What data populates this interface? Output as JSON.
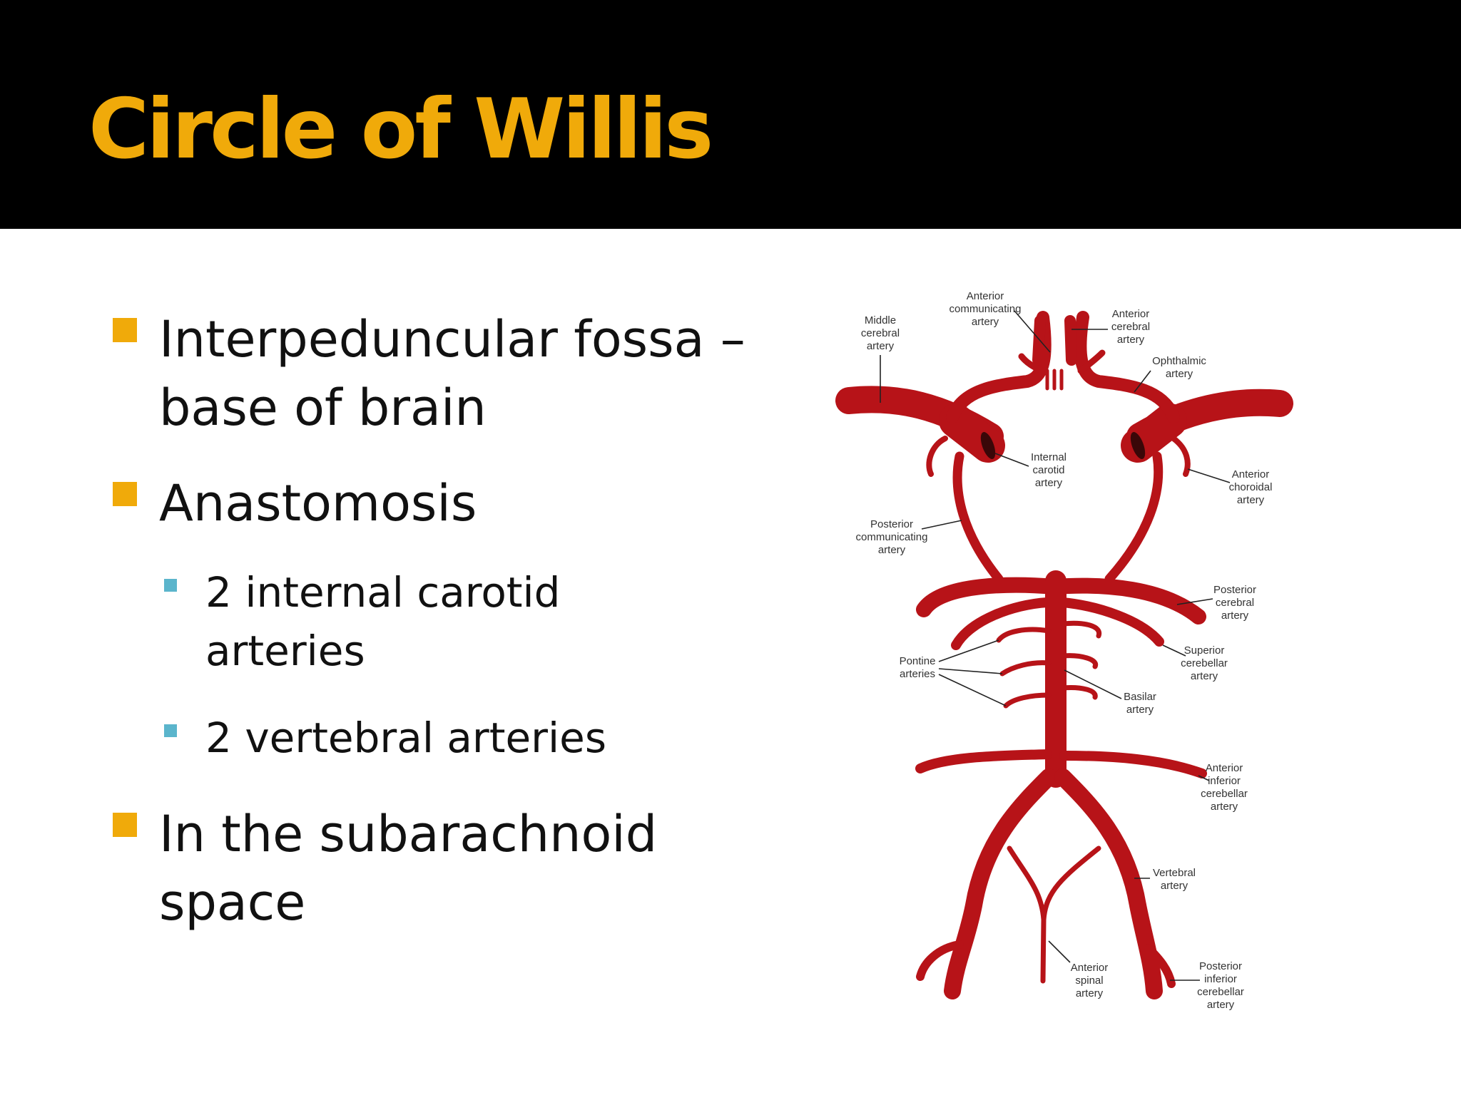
{
  "slide": {
    "title": "Circle of Willis",
    "title_color": "#F0AA0A",
    "header_bg": "#000000"
  },
  "bullets": [
    {
      "level": 1,
      "lines": [
        "Interpeduncular fossa –",
        "base of brain"
      ]
    },
    {
      "level": 1,
      "lines": [
        "Anastomosis"
      ]
    },
    {
      "level": 2,
      "lines": [
        "2 internal carotid",
        "arteries"
      ]
    },
    {
      "level": 2,
      "lines": [
        "2 vertebral arteries"
      ]
    },
    {
      "level": 1,
      "lines": [
        "In the subarachnoid",
        "space"
      ]
    }
  ],
  "marker_colors": {
    "level1": "#F0AA0A",
    "level2": "#5BB5CC"
  },
  "diagram": {
    "artery_color": "#B71318",
    "labels": {
      "acom": [
        "Anterior",
        "communicating",
        "artery"
      ],
      "aca": [
        "Anterior",
        "cerebral",
        "artery"
      ],
      "mca": [
        "Middle",
        "cerebral",
        "artery"
      ],
      "ophthalmic": [
        "Ophthalmic",
        "artery"
      ],
      "ica": [
        "Internal",
        "carotid",
        "artery"
      ],
      "achor": [
        "Anterior",
        "choroidal",
        "artery"
      ],
      "pcom": [
        "Posterior",
        "communicating",
        "artery"
      ],
      "pca": [
        "Posterior",
        "cerebral",
        "artery"
      ],
      "sca": [
        "Superior",
        "cerebellar",
        "artery"
      ],
      "pontine": [
        "Pontine",
        "arteries"
      ],
      "basilar": [
        "Basilar",
        "artery"
      ],
      "aica": [
        "Anterior",
        "inferior",
        "cerebellar",
        "artery"
      ],
      "vertebral": [
        "Vertebral",
        "artery"
      ],
      "asa": [
        "Anterior",
        "spinal",
        "artery"
      ],
      "pica": [
        "Posterior",
        "inferior",
        "cerebellar",
        "artery"
      ]
    }
  }
}
